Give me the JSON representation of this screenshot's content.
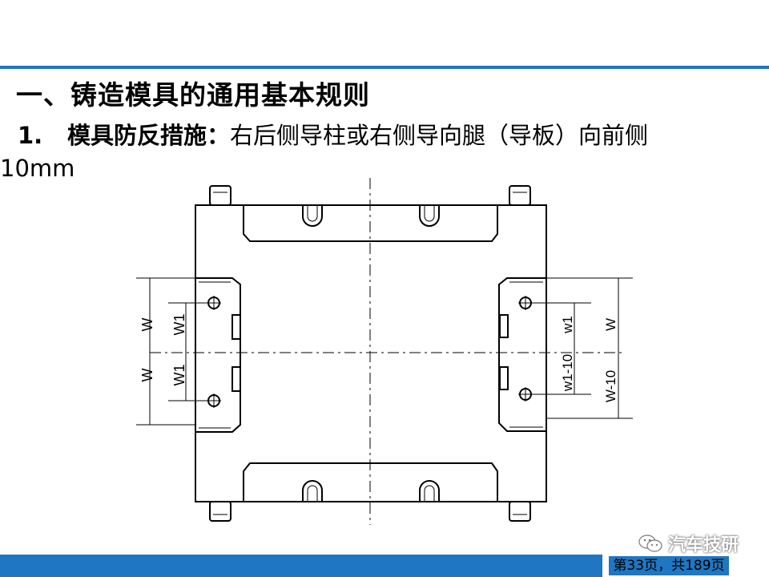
{
  "slide": {
    "title": "一、铸造模具的通用基本规则",
    "item_number": "1.",
    "item_heading": "模具防反措施：",
    "item_text": "右后侧导柱或右侧导向腿（导板）向前侧",
    "item_text_cont": "10mm"
  },
  "drawing": {
    "left_dims": [
      "W",
      "W1",
      "W",
      "W1"
    ],
    "right_dims": [
      "w1",
      "W",
      "w1-10",
      "W-10"
    ]
  },
  "footer": {
    "page_label": "第33页，共189页",
    "watermark": "汽车技研",
    "watermark_icon": "wechat-icon"
  },
  "colors": {
    "accent": "#1f76c2"
  }
}
